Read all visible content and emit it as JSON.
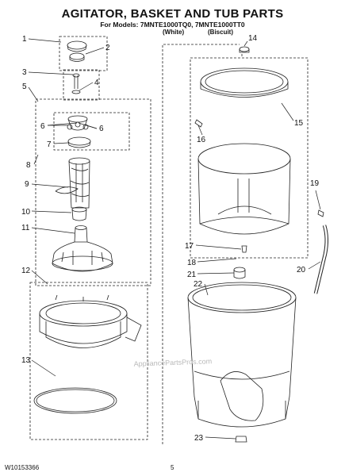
{
  "header": {
    "title": "AGITATOR, BASKET AND TUB PARTS",
    "models_line": "For Models: 7MNTE1000TQ0, 7MNTE1000TT0",
    "variant_white": "(White)",
    "variant_biscuit": "(Biscuit)"
  },
  "watermark": "AppliancePartsPros.com",
  "footer": {
    "part_number": "W10153366",
    "page_number": "5"
  },
  "callouts": [
    "1",
    "2",
    "3",
    "4",
    "5",
    "6",
    "6",
    "7",
    "8",
    "9",
    "10",
    "11",
    "12",
    "13",
    "14",
    "15",
    "16",
    "17",
    "18",
    "19",
    "20",
    "21",
    "22",
    "23"
  ]
}
